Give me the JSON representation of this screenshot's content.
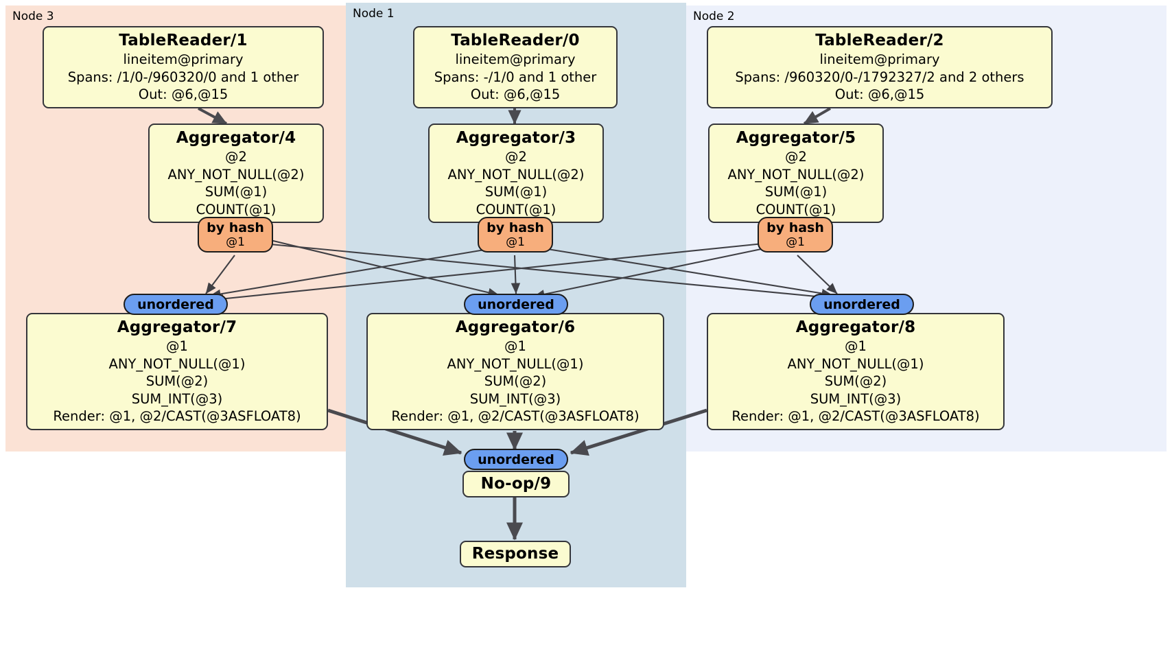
{
  "diagram": {
    "type": "distributed-query-plan",
    "panels": [
      {
        "id": "node3",
        "label": "Node 3",
        "color": "#fbe2d5"
      },
      {
        "id": "node1",
        "label": "Node 1",
        "color": "#cfdfe9"
      },
      {
        "id": "node2",
        "label": "Node 2",
        "color": "#edf1fb"
      }
    ],
    "processors": {
      "table_reader_1": {
        "title": "TableReader/1",
        "lines": [
          "lineitem@primary",
          "Spans: /1/0-/960320/0 and 1 other",
          "Out: @6,@15"
        ]
      },
      "table_reader_0": {
        "title": "TableReader/0",
        "lines": [
          "lineitem@primary",
          "Spans: -/1/0 and 1 other",
          "Out: @6,@15"
        ]
      },
      "table_reader_2": {
        "title": "TableReader/2",
        "lines": [
          "lineitem@primary",
          "Spans: /960320/0-/1792327/2 and 2 others",
          "Out: @6,@15"
        ]
      },
      "aggregator_4": {
        "title": "Aggregator/4",
        "lines": [
          "@2",
          "ANY_NOT_NULL(@2)",
          "SUM(@1)",
          "COUNT(@1)"
        ]
      },
      "aggregator_3": {
        "title": "Aggregator/3",
        "lines": [
          "@2",
          "ANY_NOT_NULL(@2)",
          "SUM(@1)",
          "COUNT(@1)"
        ]
      },
      "aggregator_5": {
        "title": "Aggregator/5",
        "lines": [
          "@2",
          "ANY_NOT_NULL(@2)",
          "SUM(@1)",
          "COUNT(@1)"
        ]
      },
      "aggregator_7": {
        "title": "Aggregator/7",
        "lines": [
          "@1",
          "ANY_NOT_NULL(@1)",
          "SUM(@2)",
          "SUM_INT(@3)",
          "Render: @1, @2/CAST(@3ASFLOAT8)"
        ]
      },
      "aggregator_6": {
        "title": "Aggregator/6",
        "lines": [
          "@1",
          "ANY_NOT_NULL(@1)",
          "SUM(@2)",
          "SUM_INT(@3)",
          "Render: @1, @2/CAST(@3ASFLOAT8)"
        ]
      },
      "aggregator_8": {
        "title": "Aggregator/8",
        "lines": [
          "@1",
          "ANY_NOT_NULL(@1)",
          "SUM(@2)",
          "SUM_INT(@3)",
          "Render: @1, @2/CAST(@3ASFLOAT8)"
        ]
      },
      "noop_9": {
        "title": "No-op/9",
        "lines": []
      },
      "response": {
        "title": "Response",
        "lines": []
      }
    },
    "routers": {
      "hash_left": {
        "label": "by hash",
        "sublabel": "@1",
        "color": "#f7ae7c"
      },
      "hash_center": {
        "label": "by hash",
        "sublabel": "@1",
        "color": "#f7ae7c"
      },
      "hash_right": {
        "label": "by hash",
        "sublabel": "@1",
        "color": "#f7ae7c"
      }
    },
    "collectors": {
      "unordered_left": {
        "label": "unordered",
        "color": "#6b9ef0"
      },
      "unordered_center": {
        "label": "unordered",
        "color": "#6b9ef0"
      },
      "unordered_right": {
        "label": "unordered",
        "color": "#6b9ef0"
      },
      "unordered_final": {
        "label": "unordered",
        "color": "#6b9ef0"
      }
    },
    "style": {
      "box_fill": "#fbfbd0",
      "box_stroke": "#34353a",
      "edge_thin": "#3f3f44",
      "edge_thick": "#4a4a4f"
    }
  }
}
